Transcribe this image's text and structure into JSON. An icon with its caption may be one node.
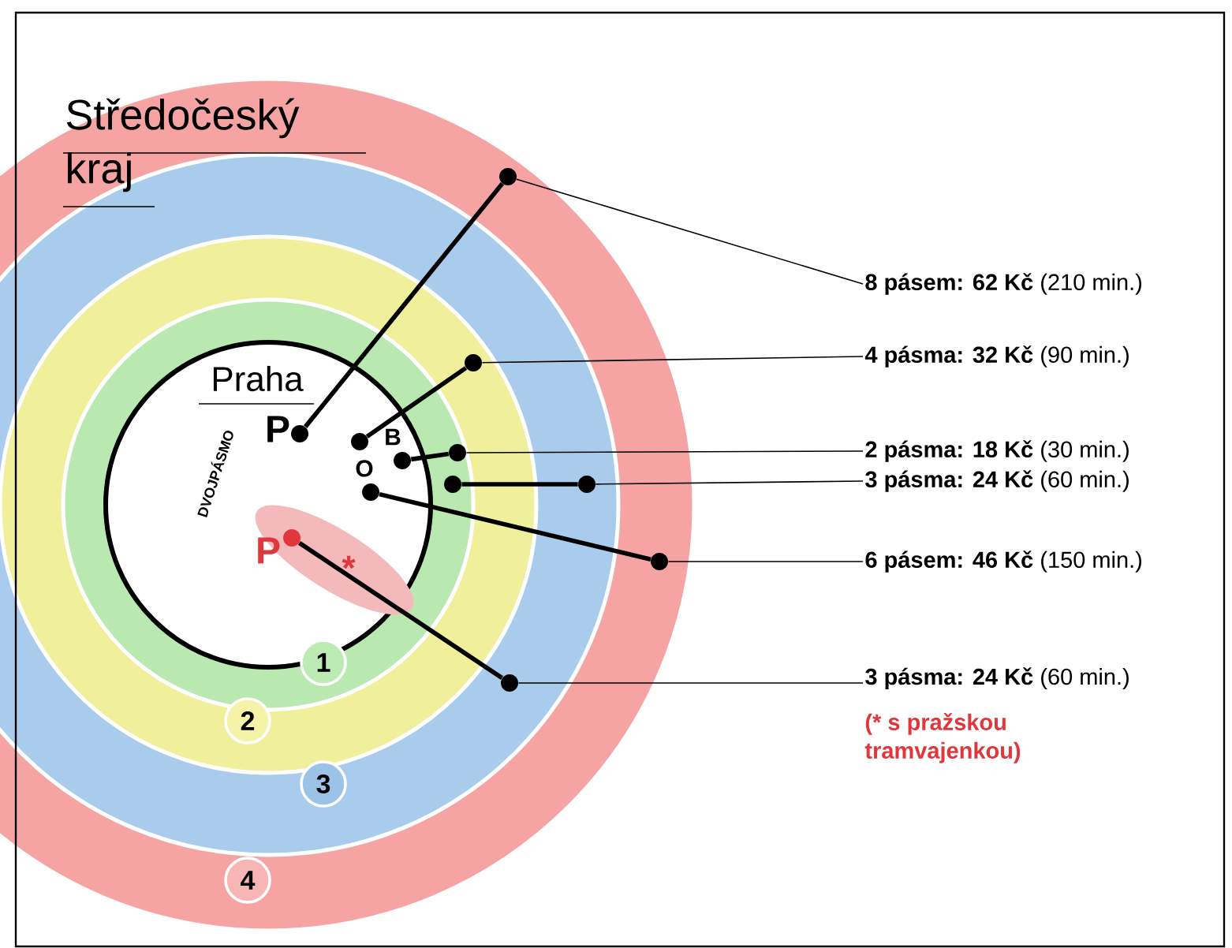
{
  "diagram": {
    "nodes": [
      {
        "text": [
          "Středočeský kraj"
        ]
      },
      {
        "text": [],
        "shape": "circle",
        "in": 0
      },
      {
        "text": [],
        "shape": "circle",
        "in": 1
      },
      {
        "text": [],
        "shape": "circle",
        "in": 2
      },
      {
        "text": [
          "Praha"
        ],
        "in": 3
      },
      {
        "text": [],
        "shape": "circle",
        "in": 0
      },
      {
        "text": [
          "**8 pásem: 62 Kč** (210 min.)"
        ]
      },
      {
        "text": [
          "**4 pásma: 32 Kč** (90 min.)"
        ]
      },
      {
        "text": [],
        "shape": "circle",
        "in": 2
      },
      {
        "text": [],
        "shape": "circle",
        "in": 4,
        "beside": [
          "P"
        ]
      },
      {
        "text": [],
        "shape": "circle",
        "in": 4
      },
      {
        "text": [],
        "shape": "circle",
        "in": 4,
        "beside": [
          "B"
        ]
      },
      {
        "text": [],
        "shape": "circle",
        "in": 3
      },
      {
        "text": [
          "**2 pásma: 18 Kč** (30 min.)"
        ]
      },
      {
        "text": [],
        "shape": "circle",
        "in": 4,
        "beside": [
          "O"
        ]
      },
      {
        "text": [],
        "shape": "circle",
        "in": 3
      },
      {
        "text": [],
        "shape": "circle",
        "in": 1
      },
      {
        "text": [
          "**3 pásma: 24 Kč** (60 min.)"
        ]
      },
      {
        "text": [],
        "shape": "circle",
        "in": 0
      },
      {
        "text": [
          "**6 pásem: 46 Kč** (150 min.)"
        ]
      },
      {
        "text": [],
        "shape": "circle",
        "in": 4,
        "beside": [
          "P"
        ]
      },
      {
        "text": [],
        "shape": "circle",
        "in": 1
      },
      {
        "text": [
          "**3 pásma: 24 Kč** (60 min.)",
          "(* s pražskou tramvajenkou)"
        ]
      },
      {
        "text": [
          "1"
        ],
        "in": 3
      },
      {
        "text": [
          "2"
        ],
        "in": 2
      },
      {
        "text": [
          "3"
        ],
        "in": 1
      },
      {
        "text": [
          "4"
        ],
        "in": 0
      }
    ],
    "edges": [
      {
        "from": 9,
        "to": 5,
        "arrow": "none",
        "style": "thick"
      },
      {
        "from": 5,
        "to": 6,
        "arrow": "none"
      },
      {
        "from": 10,
        "to": 8,
        "arrow": "none",
        "style": "thick"
      },
      {
        "from": 8,
        "to": 7,
        "arrow": "none"
      },
      {
        "from": 11,
        "to": 12,
        "arrow": "none",
        "style": "thick"
      },
      {
        "from": 12,
        "to": 13,
        "arrow": "none"
      },
      {
        "from": 15,
        "to": 16,
        "arrow": "none",
        "style": "thick"
      },
      {
        "from": 16,
        "to": 17,
        "arrow": "none"
      },
      {
        "from": 14,
        "to": 18,
        "arrow": "none",
        "style": "thick"
      },
      {
        "from": 18,
        "to": 19,
        "arrow": "none"
      },
      {
        "from": 20,
        "to": 21,
        "arrow": "none",
        "style": "thick"
      },
      {
        "from": 21,
        "to": 22,
        "arrow": "none"
      }
    ],
    "labels": [
      "DVOJPÁSMO",
      "*"
    ]
  }
}
